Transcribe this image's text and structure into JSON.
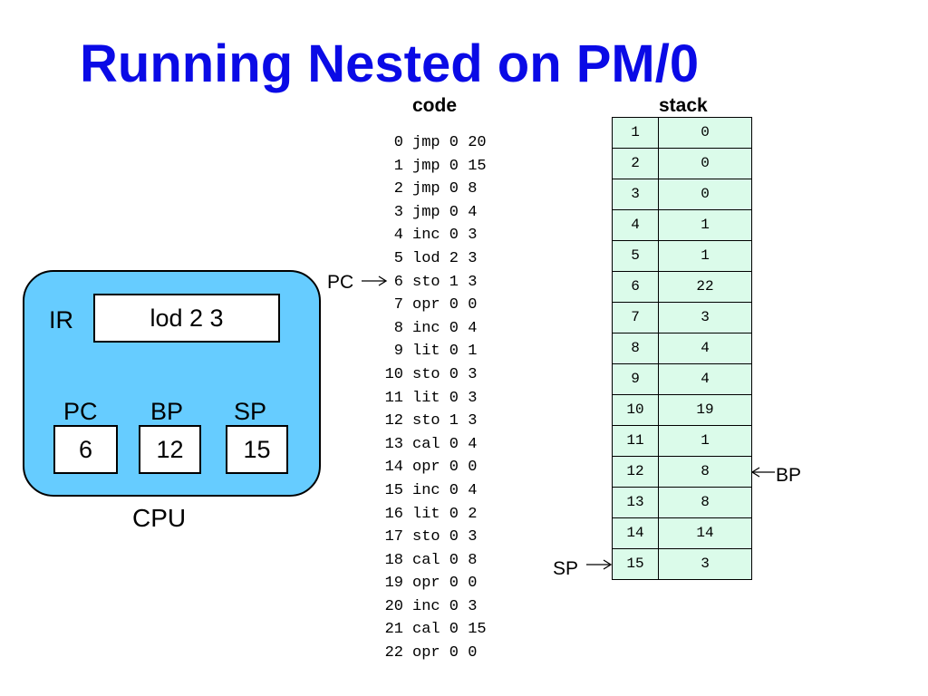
{
  "title": "Running Nested on PM/0",
  "code": {
    "header": "code",
    "lines": [
      {
        "idx": "0",
        "instr": "jmp 0 20"
      },
      {
        "idx": "1",
        "instr": "jmp 0 15"
      },
      {
        "idx": "2",
        "instr": "jmp 0 8"
      },
      {
        "idx": "3",
        "instr": "jmp 0 4"
      },
      {
        "idx": "4",
        "instr": "inc 0 3"
      },
      {
        "idx": "5",
        "instr": "lod 2 3"
      },
      {
        "idx": "6",
        "instr": "sto 1 3"
      },
      {
        "idx": "7",
        "instr": "opr 0 0"
      },
      {
        "idx": "8",
        "instr": "inc 0 4"
      },
      {
        "idx": "9",
        "instr": "lit 0 1"
      },
      {
        "idx": "10",
        "instr": "sto 0 3"
      },
      {
        "idx": "11",
        "instr": "lit 0 3"
      },
      {
        "idx": "12",
        "instr": "sto 1 3"
      },
      {
        "idx": "13",
        "instr": "cal 0 4"
      },
      {
        "idx": "14",
        "instr": "opr 0 0"
      },
      {
        "idx": "15",
        "instr": "inc 0 4"
      },
      {
        "idx": "16",
        "instr": "lit 0 2"
      },
      {
        "idx": "17",
        "instr": "sto 0 3"
      },
      {
        "idx": "18",
        "instr": "cal 0 8"
      },
      {
        "idx": "19",
        "instr": "opr 0 0"
      },
      {
        "idx": "20",
        "instr": "inc 0 3"
      },
      {
        "idx": "21",
        "instr": "cal 0 15"
      },
      {
        "idx": "22",
        "instr": "opr 0 0"
      }
    ]
  },
  "stack": {
    "header": "stack",
    "rows": [
      {
        "addr": "1",
        "value": "0"
      },
      {
        "addr": "2",
        "value": "0"
      },
      {
        "addr": "3",
        "value": "0"
      },
      {
        "addr": "4",
        "value": "1"
      },
      {
        "addr": "5",
        "value": "1"
      },
      {
        "addr": "6",
        "value": "22"
      },
      {
        "addr": "7",
        "value": "3"
      },
      {
        "addr": "8",
        "value": "4"
      },
      {
        "addr": "9",
        "value": "4"
      },
      {
        "addr": "10",
        "value": "19"
      },
      {
        "addr": "11",
        "value": "1"
      },
      {
        "addr": "12",
        "value": "8"
      },
      {
        "addr": "13",
        "value": "8"
      },
      {
        "addr": "14",
        "value": "14"
      },
      {
        "addr": "15",
        "value": "3"
      }
    ]
  },
  "pointers": {
    "pc_label": "PC",
    "bp_label": "BP",
    "sp_label": "SP"
  },
  "cpu": {
    "caption": "CPU",
    "ir_label": "IR",
    "ir_value": "lod 2 3",
    "pc_label": "PC",
    "pc_value": "6",
    "bp_label": "BP",
    "bp_value": "12",
    "sp_label": "SP",
    "sp_value": "15"
  },
  "colors": {
    "title": "#0a0ae6",
    "cpu_fill": "#66ccff",
    "stack_fill": "#dbfbea"
  }
}
